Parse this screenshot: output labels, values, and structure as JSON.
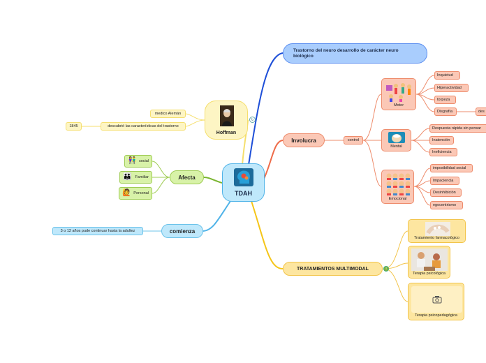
{
  "central": {
    "label": "TDAH"
  },
  "branches": {
    "top": {
      "label": "Trastorno del neuro desarrollo de  carácter neuro biológico"
    },
    "hoffman": {
      "label": "Hoffman",
      "children": [
        "medico Alemán",
        "descubrió las características del trastorno"
      ],
      "year": "1845"
    },
    "afecta": {
      "label": "Afecta",
      "children": [
        "social",
        "Familiar",
        "Personal"
      ]
    },
    "comienza": {
      "label": "comienza",
      "children": [
        "3 o 12 años pude continuar hasta la adultez"
      ]
    },
    "involucra": {
      "label": "Involucra",
      "connector": "control",
      "motor": {
        "label": "Motor",
        "children": [
          "Inquietud",
          "Hiperactividad",
          "torpeza",
          "Disgrafía"
        ],
        "extra": "des"
      },
      "mental": {
        "label": "Mental",
        "children": [
          "Respuesta rápida sin pensar",
          "Inatención",
          "Ineficiencia"
        ]
      },
      "emocional": {
        "label": "Emocional",
        "children": [
          "imposibilidad social",
          "Impaciencia",
          "Desinhibición",
          "egocentrismo"
        ]
      }
    },
    "tratamientos": {
      "label": "TRATAMIENTOS MULTIMODAL",
      "children": [
        "Tratamiento farmacológico",
        "Terapia psicológica",
        "Terapia psicopedagógica"
      ]
    }
  },
  "colors": {
    "yellow": "#f5df6e",
    "green": "#9fcc54",
    "blue": "#4fb3e8",
    "salmon": "#ee8c6c",
    "gold": "#f2c44a",
    "navy": "#1e4fd8"
  }
}
